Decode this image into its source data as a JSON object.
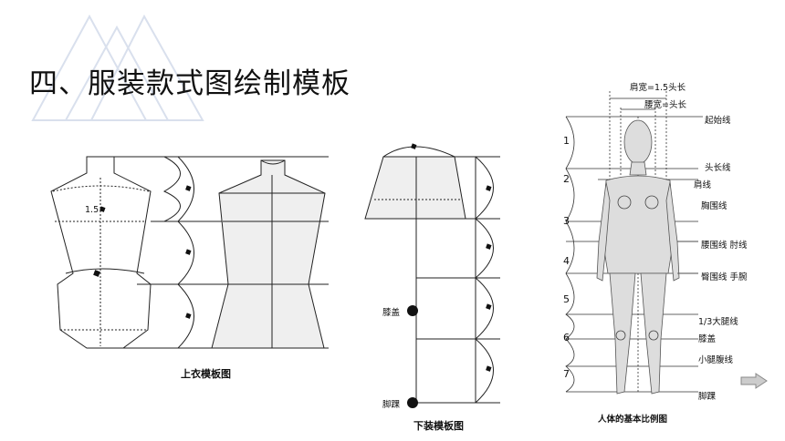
{
  "slide": {
    "title": "四、服装款式图绘制模板"
  },
  "top_template": {
    "caption": "上衣模板图",
    "measure_label": "1.5"
  },
  "bottom_template": {
    "caption": "下装模板图",
    "knee_label": "膝盖",
    "ankle_label": "脚踝"
  },
  "body_proportion": {
    "caption": "人体的基本比例图",
    "shoulder_width_label": "肩宽=1.5头长",
    "waist_width_label": "腰宽=头长",
    "labels": {
      "start_line": "起始线",
      "head_length_line": "头长线",
      "shoulder_line": "肩线",
      "chest_line": "胸围线",
      "waist_elbow_line": "腰围线 肘线",
      "hip_wrist_line": "臀围线 手腕",
      "thigh_line": "1/3大腿线",
      "knee": "膝盖",
      "calf_line": "小腿腹线",
      "ankle": "脚踝"
    },
    "head_units": [
      "1",
      "2",
      "3",
      "4",
      "5",
      "6",
      "7"
    ]
  }
}
